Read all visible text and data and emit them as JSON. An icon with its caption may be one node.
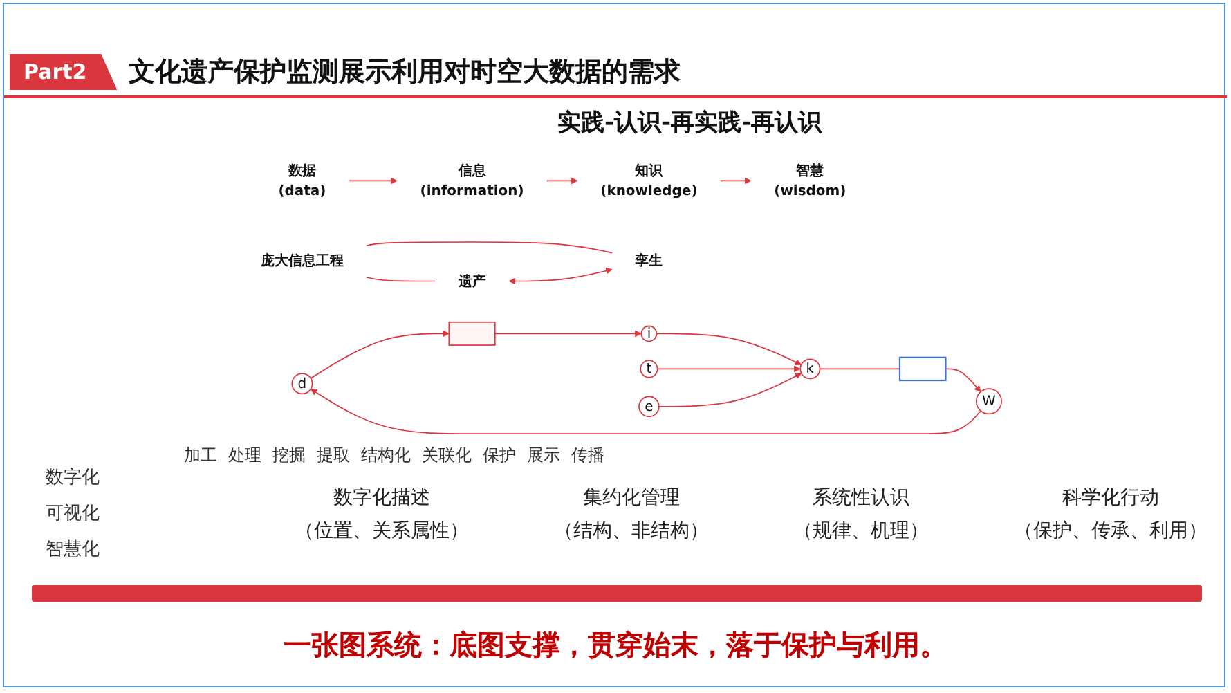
{
  "diagram": {
    "title": "文化遗产保护监测展示利用对时空大数据的需求",
    "caption": "一张图系统：底图支撑，贯穿始末，落于保护与利用。",
    "nodes": [
      {
        "text": [
          "数据",
          "(data)"
        ]
      },
      {
        "text": [
          "信息",
          "(information)"
        ]
      },
      {
        "text": [
          "知识",
          "(knowledge)"
        ]
      },
      {
        "text": [
          "智慧",
          "(wisdom)"
        ]
      },
      {
        "text": [
          "庞大信息工程"
        ]
      },
      {
        "text": [
          "遗产"
        ]
      },
      {
        "text": [
          "孪生"
        ]
      },
      {
        "text": [
          "d"
        ]
      },
      {
        "text": [],
        "shape": "band"
      },
      {
        "text": [
          "i"
        ]
      },
      {
        "text": [
          "t"
        ]
      },
      {
        "text": [
          "e"
        ]
      },
      {
        "text": [
          "k"
        ]
      },
      {
        "text": [],
        "shape": "bar"
      },
      {
        "text": [
          "W"
        ]
      }
    ],
    "edges": [
      {
        "from": 0,
        "to": 1,
        "arrow": "to"
      },
      {
        "from": 1,
        "to": 2,
        "arrow": "to"
      },
      {
        "from": 2,
        "to": 3,
        "arrow": "to"
      },
      {
        "from": 4,
        "to": 5,
        "arrow": "none"
      },
      {
        "from": 4,
        "to": 6,
        "arrow": "none"
      },
      {
        "from": 5,
        "to": 6,
        "arrow": "both"
      },
      {
        "from": 7,
        "to": 8,
        "arrow": "to"
      },
      {
        "from": 8,
        "to": 9,
        "arrow": "to"
      },
      {
        "from": 9,
        "to": 12,
        "arrow": "to"
      },
      {
        "from": 10,
        "to": 12,
        "arrow": "to"
      },
      {
        "from": 11,
        "to": 12,
        "arrow": "to"
      },
      {
        "from": 12,
        "to": 13,
        "arrow": "none"
      },
      {
        "from": 13,
        "to": 14,
        "arrow": "to"
      },
      {
        "from": 14,
        "to": 7,
        "arrow": "to"
      }
    ],
    "labels": [
      "Part2",
      "实践-认识-再实践-再认识",
      "加工",
      "处理",
      "挖掘",
      "提取",
      "结构化",
      "关联化",
      "保护",
      "展示",
      "传播",
      "数字化",
      "可视化",
      "智慧化",
      "数字化描述",
      "（位置、关系属性）",
      "集约化管理",
      "（结构、非结构）",
      "系统性认识",
      "（规律、机理）",
      "科学化行动",
      "（保护、传承、利用）"
    ]
  }
}
